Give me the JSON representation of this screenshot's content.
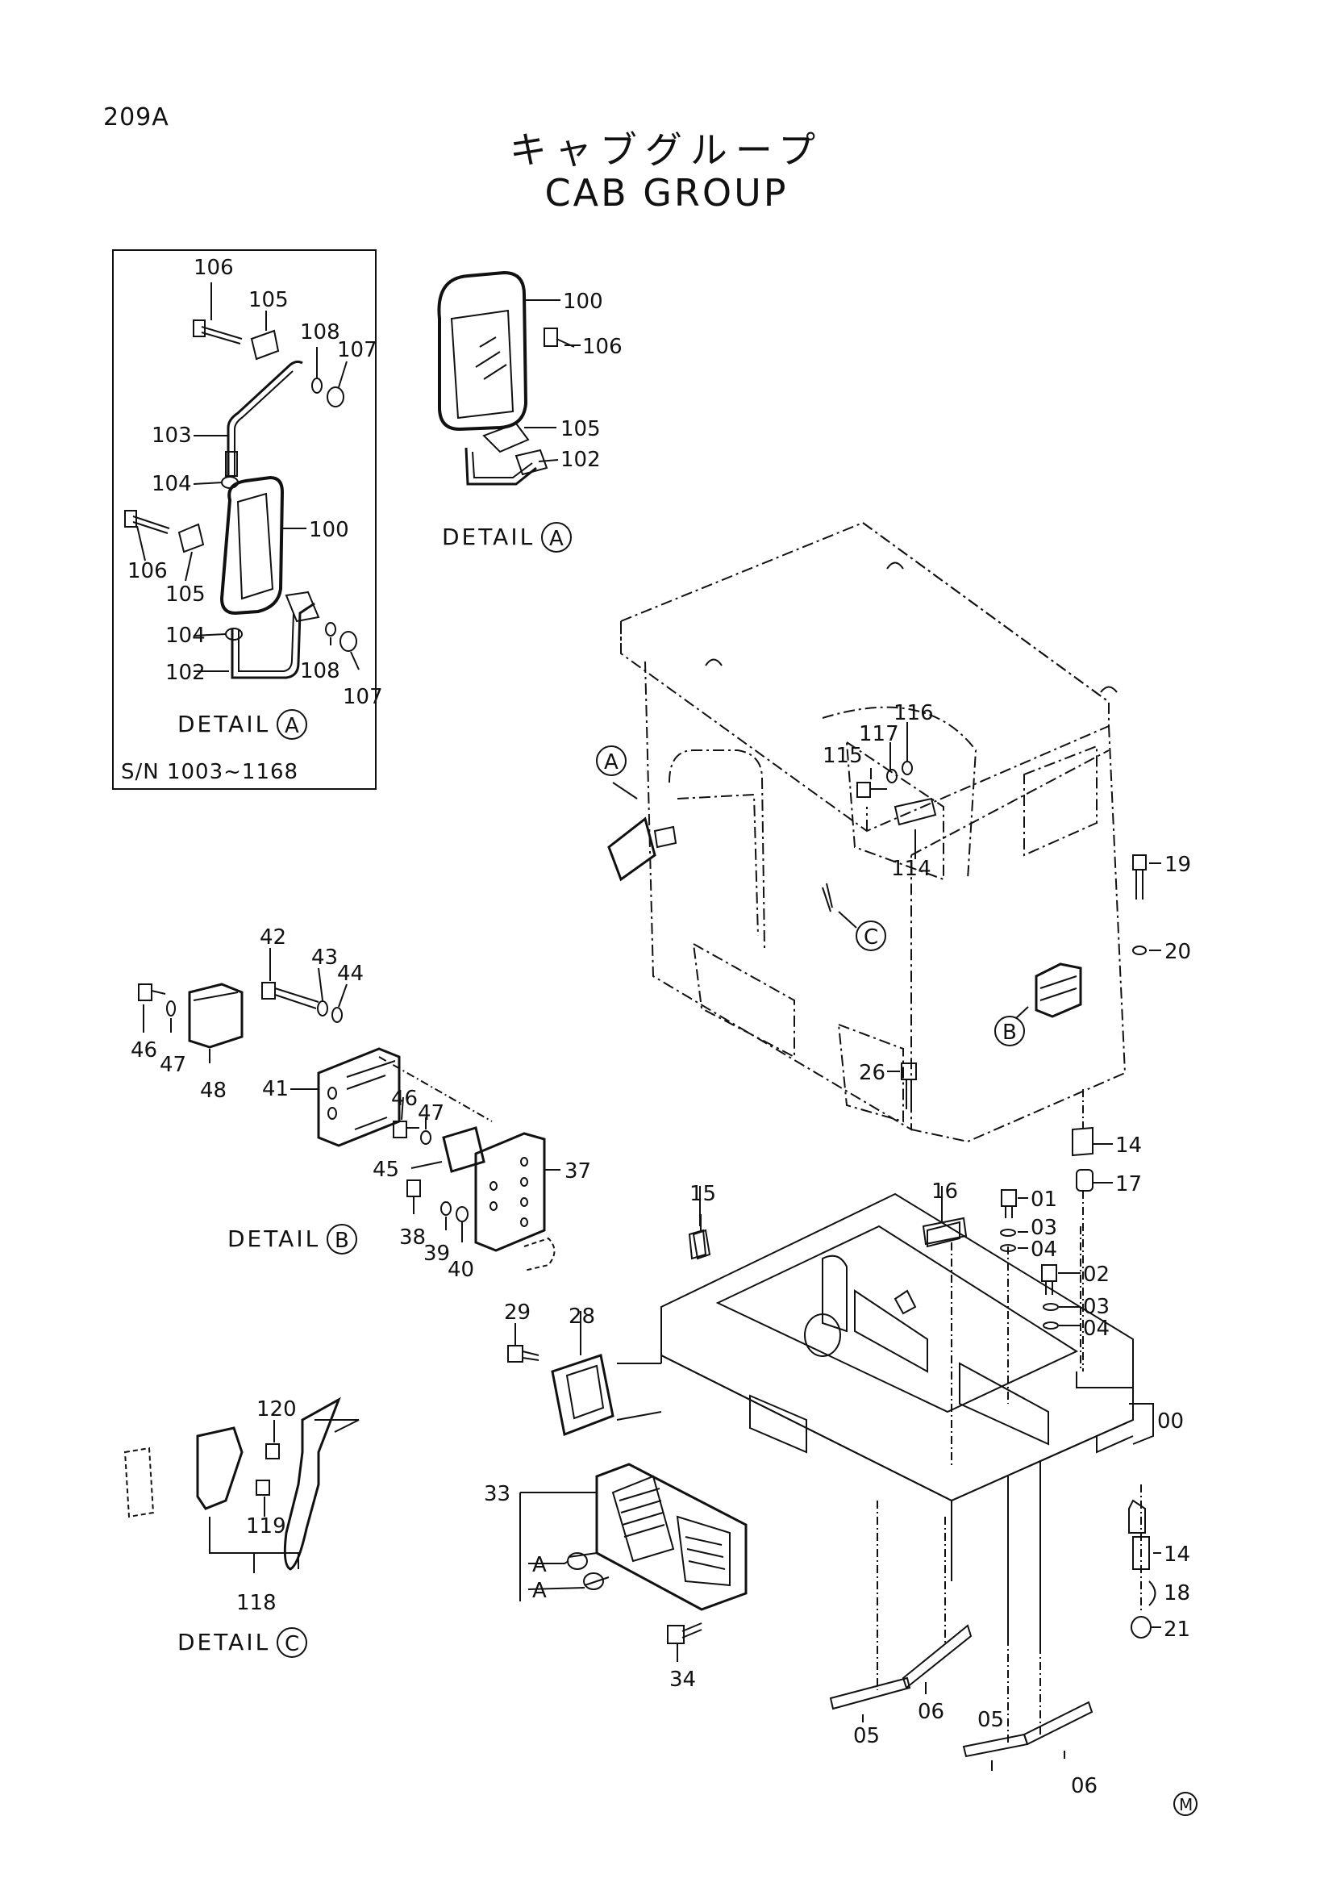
{
  "page_number": "209A",
  "title_jp": "キャブグループ",
  "title_en": "CAB GROUP",
  "detail_label": "DETAIL",
  "circle_letters": {
    "a": "A",
    "b": "B",
    "c": "C",
    "m": "M"
  },
  "serial_note": "S/N 1003~1168",
  "callouts": {
    "box_106a": "106",
    "box_105a": "105",
    "box_108a": "108",
    "box_107a": "107",
    "box_103": "103",
    "box_104a": "104",
    "box_100": "100",
    "box_106b": "106",
    "box_105b": "105",
    "box_104b": "104",
    "box_102": "102",
    "box_108b": "108",
    "box_107b": "107",
    "da_100": "100",
    "da_106": "106",
    "da_105": "105",
    "da_102": "102",
    "c_116": "116",
    "c_117": "117",
    "c_115": "115",
    "c_114": "114",
    "c_19": "19",
    "c_20": "20",
    "c_26": "26",
    "c_14a": "14",
    "c_17": "17",
    "c_15": "15",
    "c_16": "16",
    "c_01": "01",
    "c_03a": "03",
    "c_04a": "04",
    "c_02": "02",
    "c_03b": "03",
    "c_04b": "04",
    "c_00": "00",
    "c_29": "29",
    "c_28": "28",
    "c_33": "33",
    "c_A1": "A",
    "c_A2": "A",
    "c_34": "34",
    "c_14b": "14",
    "c_18": "18",
    "c_21": "21",
    "c_05a": "05",
    "c_06a": "06",
    "c_05b": "05",
    "c_06b": "06",
    "b_42": "42",
    "b_43": "43",
    "b_44": "44",
    "b_46a": "46",
    "b_47a": "47",
    "b_48": "48",
    "b_41": "41",
    "b_46b": "46",
    "b_47b": "47",
    "b_45": "45",
    "b_37": "37",
    "b_38": "38",
    "b_39": "39",
    "b_40": "40",
    "d_120": "120",
    "d_119": "119",
    "d_118": "118"
  }
}
